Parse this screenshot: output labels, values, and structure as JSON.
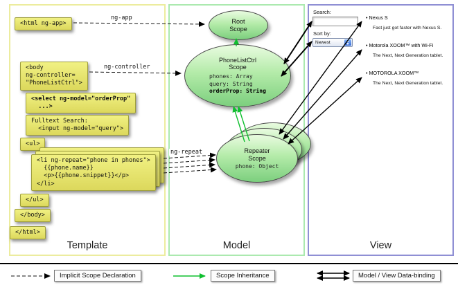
{
  "template_col": {
    "label": "Template",
    "html_open": "<html ng-app>",
    "body_open": "<body\nng-controller=\n\"PhoneListCtrl\">",
    "select_block": "<select ng-model=\"orderProp\"\n  ...>",
    "search_block": "Fulltext Search:\n  <input ng-model=\"query\">",
    "ul_open": "<ul>",
    "li_block": "<li ng-repeat=\"phone in phones\">\n  {{phone.name}}\n  <p>{{phone.snippet}}</p>\n</li>",
    "ul_close": "</ul>",
    "body_close": "</body>",
    "html_close": "</html>"
  },
  "model_col": {
    "label": "Model",
    "root_scope": {
      "title": "Root\nScope"
    },
    "phonelist_scope": {
      "title": "PhoneListCtrl\nScope",
      "prop_phones": "phones: Array",
      "prop_query": "query: String",
      "prop_orderprop": "orderProp: String"
    },
    "repeater_scope": {
      "title": "Repeater\nScope",
      "prop_phone": "phone: Object"
    }
  },
  "view_col": {
    "label": "View",
    "search_label": "Search:",
    "sort_label": "Sort by:",
    "sort_value": "Newest",
    "items": [
      {
        "name": "Nexus S",
        "desc": "Fast just got faster with Nexus S."
      },
      {
        "name": "Motorola XOOM™ with Wi-Fi",
        "desc": "The Next, Next Generation tablet."
      },
      {
        "name": "MOTOROLA XOOM™",
        "desc": "The Next, Next Generation tablet."
      }
    ]
  },
  "arrow_labels": {
    "ng_app": "ng-app",
    "ng_controller": "ng-controller",
    "ng_repeat": "ng-repeat"
  },
  "legend": {
    "implicit": "Implicit Scope Declaration",
    "inheritance": "Scope Inheritance",
    "binding": "Model / View Data-binding"
  },
  "colors": {
    "code_box_top": "#f1f183",
    "code_box_bottom": "#dcd85c",
    "template_border": "#ecec9e",
    "model_border": "#abe9af",
    "view_border": "#8f8fd4",
    "inheritance_green": "#0fbf2f",
    "scope_green_light": "#e9fbe0",
    "scope_green_dark": "#7ccf7e"
  }
}
